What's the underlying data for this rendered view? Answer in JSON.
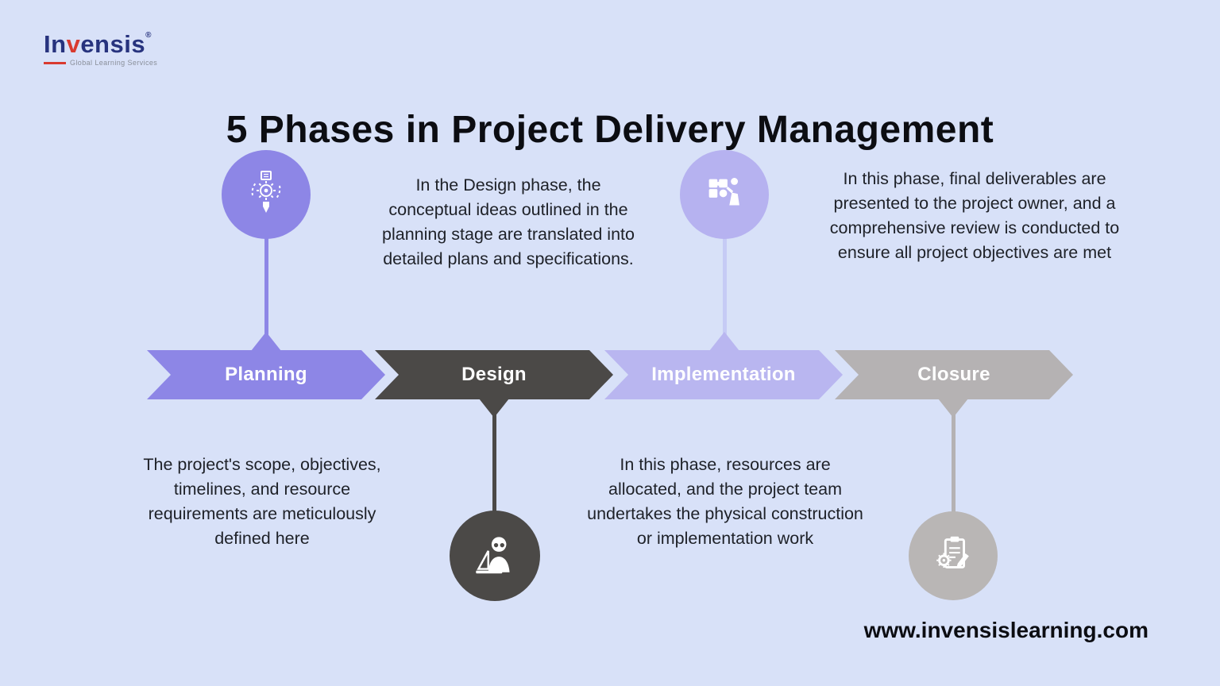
{
  "page": {
    "title": "5 Phases in Project Delivery Management",
    "website": "www.invensislearning.com"
  },
  "logo": {
    "brand_prefix": "In",
    "brand_accent": "v",
    "brand_suffix": "ensis",
    "registered_mark": "®",
    "tagline": "Global Learning Services"
  },
  "colors": {
    "background": "#d8e1f8",
    "planning": "#8d86e6",
    "design": "#4b4947",
    "implementation": "#b9b6f0",
    "closure": "#b5b2b3",
    "text": "#1e2128"
  },
  "phases": [
    {
      "label": "Planning",
      "icon": "gear-pencil-icon",
      "description": "The project's scope, objectives, timelines, and resource requirements are meticulously defined here"
    },
    {
      "label": "Design",
      "icon": "designer-drafting-icon",
      "description": "In the Design phase, the conceptual ideas outlined in the planning stage are translated into detailed plans and specifications."
    },
    {
      "label": "Implementation",
      "icon": "puzzle-person-icon",
      "description": "In this phase, resources are allocated, and the project team undertakes the physical construction or implementation work"
    },
    {
      "label": "Closure",
      "icon": "clipboard-check-icon",
      "description": "In this phase, final deliverables are presented to the project owner, and a comprehensive review is conducted to ensure all project objectives are met"
    }
  ]
}
